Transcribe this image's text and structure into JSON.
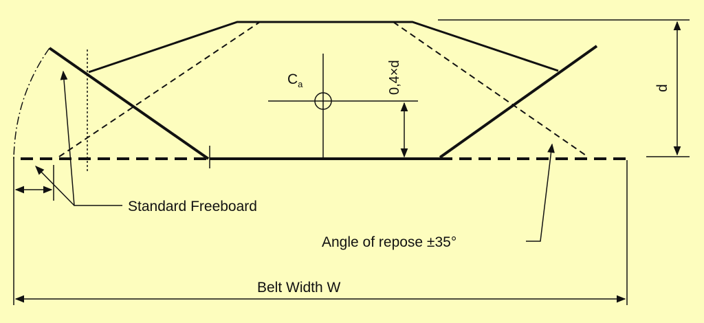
{
  "colors": {
    "background": "#fdfdbe",
    "line": "#111111"
  },
  "labels": {
    "ca_main": "C",
    "ca_sub": "a",
    "height_ratio": "0,4×d",
    "depth": "d",
    "standard_freeboard": "Standard Freeboard",
    "angle_of_repose": "Angle of repose ±35°",
    "belt_width": "Belt Width W"
  }
}
